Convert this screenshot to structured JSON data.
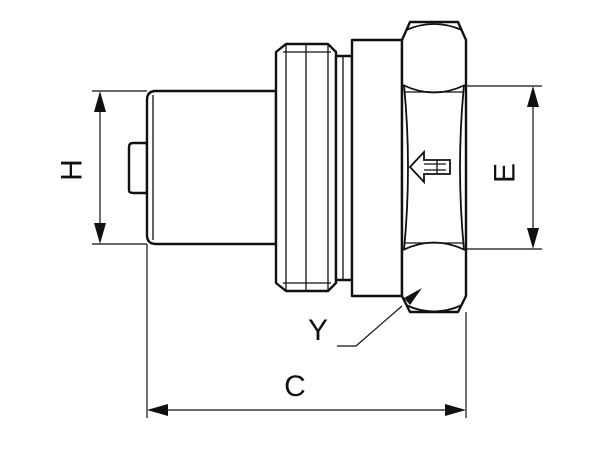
{
  "labels": {
    "h": "H",
    "e": "E",
    "y": "Y",
    "c": "C"
  }
}
